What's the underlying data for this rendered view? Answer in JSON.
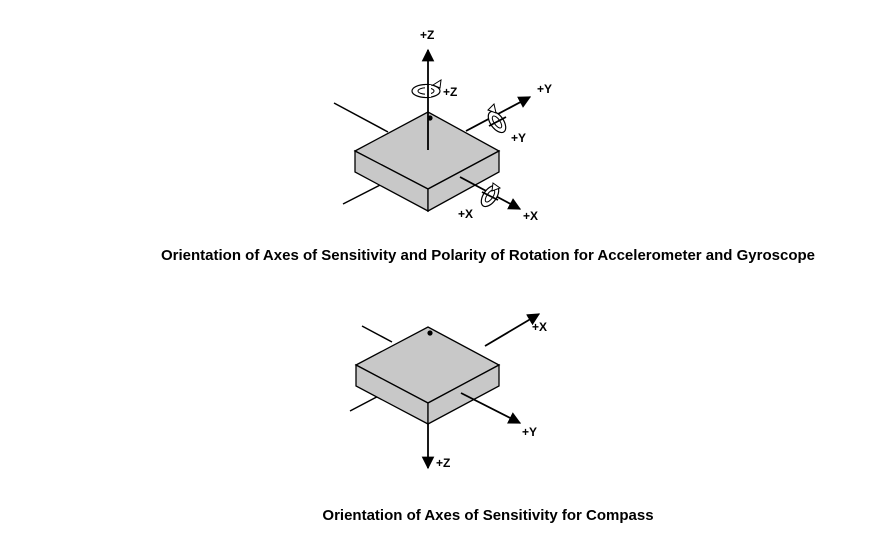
{
  "colors": {
    "chip_top": "#c8c8c8",
    "chip_side": "#c8c8c8",
    "stroke": "#000000",
    "background": "#ffffff"
  },
  "top_diagram": {
    "caption": "Orientation of Axes of Sensitivity  and Polarity of Rotation for Accelerometer and Gyroscope",
    "labels": {
      "z_axis": "+Z",
      "z_rotation": "+Z",
      "y_axis": "+Y",
      "y_rotation": "+Y",
      "x_axis": "+X",
      "x_rotation": "+X"
    }
  },
  "bottom_diagram": {
    "caption": "Orientation of Axes of Sensitivity  for Compass",
    "labels": {
      "x_axis": "+X",
      "y_axis": "+Y",
      "z_axis": "+Z"
    }
  }
}
